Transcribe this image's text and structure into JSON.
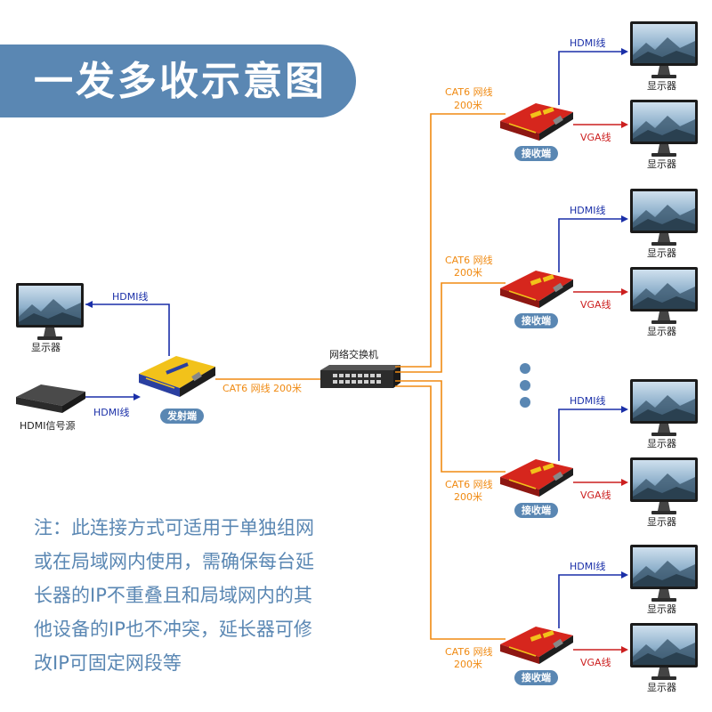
{
  "title": "一发多收示意图",
  "labels": {
    "monitor": "显示器",
    "hdmi_source": "HDMI信号源",
    "hdmi_line": "HDMI线",
    "vga_line": "VGA线",
    "cat6_line": "CAT6 网线",
    "cat6_dist": "200米",
    "cat6_main": "CAT6 网线 200米",
    "switch": "网络交换机",
    "transmitter": "发射端",
    "receiver": "接收端"
  },
  "note_lines": [
    "注：此连接方式可适用于单独组网",
    "或在局域网内使用，需确保每台延",
    "长器的IP不重叠且和局域网内的其",
    "他设备的IP也不冲突，延长器可修",
    "改IP可固定网段等"
  ],
  "colors": {
    "accent": "#5a87b3",
    "hdmi_line": "#1a2fa8",
    "vga_line": "#cc1f1f",
    "cat6_line": "#f08a12"
  }
}
